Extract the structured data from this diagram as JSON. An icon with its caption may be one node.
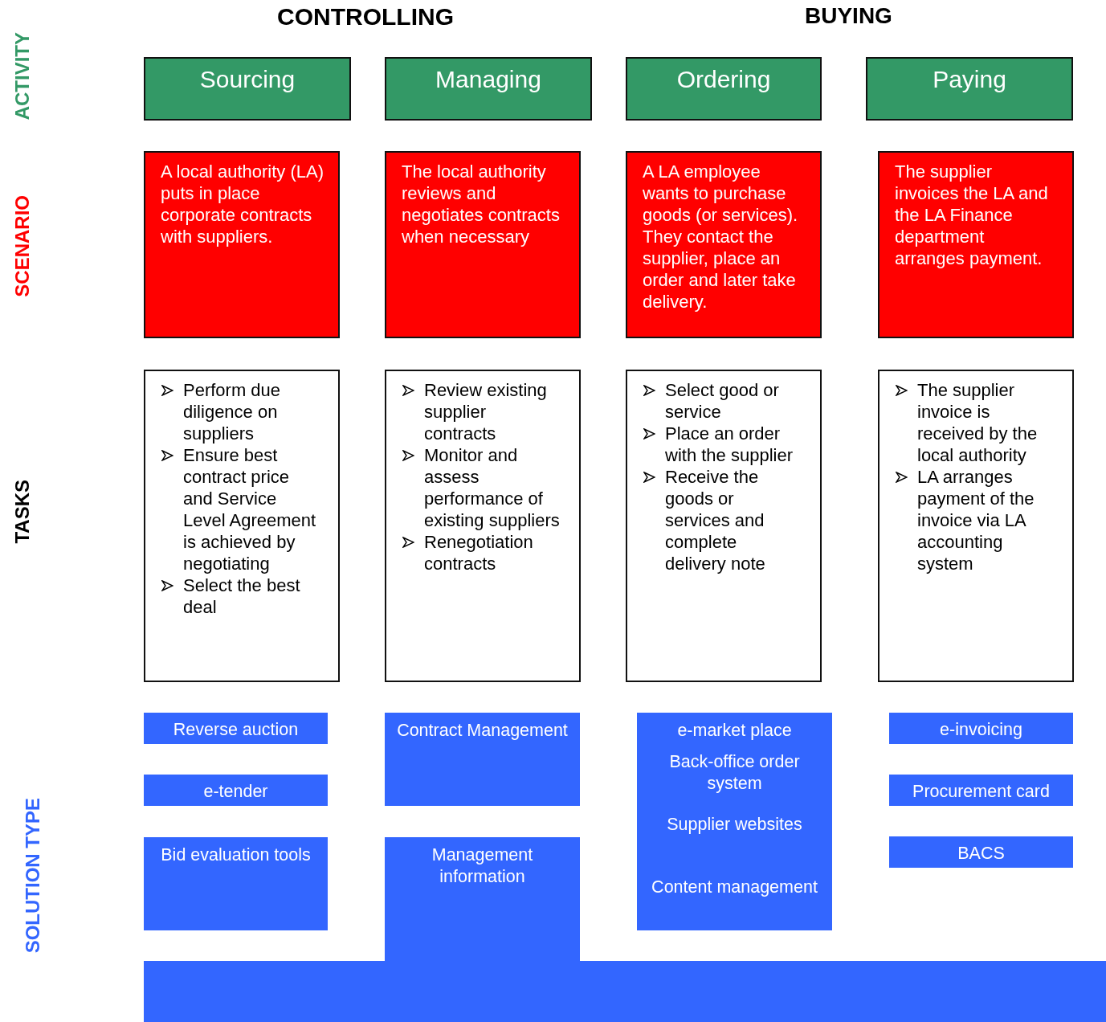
{
  "diagram": {
    "nodes": [
      {
        "text": [
          "Sourcing"
        ]
      },
      {
        "text": [
          "Managing"
        ]
      },
      {
        "text": [
          "Ordering"
        ]
      },
      {
        "text": [
          "Paying"
        ]
      },
      {
        "text": [
          "A local authority (LA) puts in place corporate contracts with suppliers."
        ]
      },
      {
        "text": [
          "The local authority reviews and negotiates contracts when necessary"
        ]
      },
      {
        "text": [
          "A LA employee wants to purchase goods (or services).  They contact the supplier, place an order and later take delivery."
        ]
      },
      {
        "text": [
          "The supplier invoices the LA and the LA Finance department arranges payment."
        ]
      },
      {
        "text": [
          "Perform due diligence on suppliers",
          "Ensure best contract price and Service Level Agreement is achieved by negotiating",
          "Select the best deal"
        ]
      },
      {
        "text": [
          "Review existing supplier contracts",
          "Monitor and assess performance of existing suppliers",
          "Renegotiation contracts"
        ]
      },
      {
        "text": [
          "Select good or service",
          "Place an order with the supplier",
          "Receive the goods or services and complete delivery note"
        ]
      },
      {
        "text": [
          "The supplier invoice is received by the local authority",
          "LA arranges payment of the invoice via LA accounting system"
        ]
      },
      {
        "text": [
          "Reverse auction"
        ]
      },
      {
        "text": [
          "Contract Management"
        ]
      },
      {
        "text": [
          "e-market place",
          "Back-office order system",
          "Supplier websites",
          "Content management"
        ]
      },
      {
        "text": [
          "e-invoicing"
        ]
      },
      {
        "text": [
          "e-tender"
        ]
      },
      {
        "text": [
          "Procurement card"
        ]
      },
      {
        "text": [
          "Bid evaluation tools"
        ]
      },
      {
        "text": [
          "Management information"
        ]
      },
      {
        "text": [
          "BACS"
        ]
      },
      {
        "text": [],
        "shape": "bar"
      }
    ],
    "labels": [
      "CONTROLLING",
      "BUYING",
      "ACTIVITY",
      "SCENARIO",
      "TASKS",
      "SOLUTION TYPE"
    ]
  }
}
